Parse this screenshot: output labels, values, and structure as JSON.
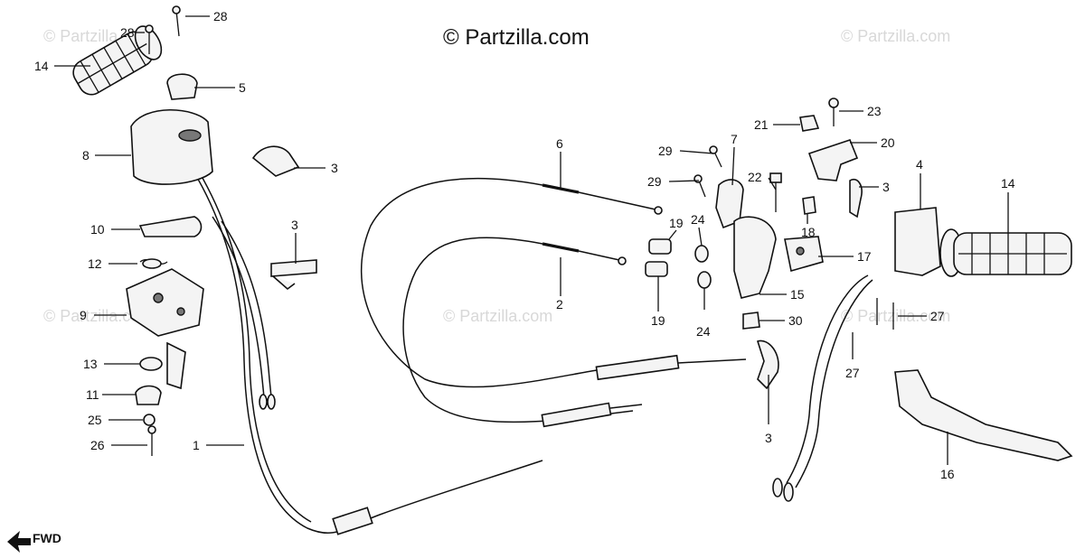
{
  "copyright": "© Partzilla.com",
  "watermark": "© Partzilla.com",
  "direction_label": "FWD",
  "callouts": {
    "c14a": "14",
    "c28a": "28",
    "c28b": "28",
    "c5": "5",
    "c8": "8",
    "c3a": "3",
    "c10": "10",
    "c3b": "3",
    "c12": "12",
    "c9": "9",
    "c13": "13",
    "c11": "11",
    "c25": "25",
    "c26": "26",
    "c1": "1",
    "c6": "6",
    "c2": "2",
    "c29a": "29",
    "c29b": "29",
    "c7": "7",
    "c19a": "19",
    "c24a": "24",
    "c19b": "19",
    "c24b": "24",
    "c21": "21",
    "c23": "23",
    "c20": "20",
    "c22": "22",
    "c18": "18",
    "c15": "15",
    "c17": "17",
    "c30": "30",
    "c3c": "3",
    "c4": "4",
    "c3d": "3",
    "c14b": "14",
    "c27a": "27",
    "c27b": "27",
    "c16": "16"
  }
}
